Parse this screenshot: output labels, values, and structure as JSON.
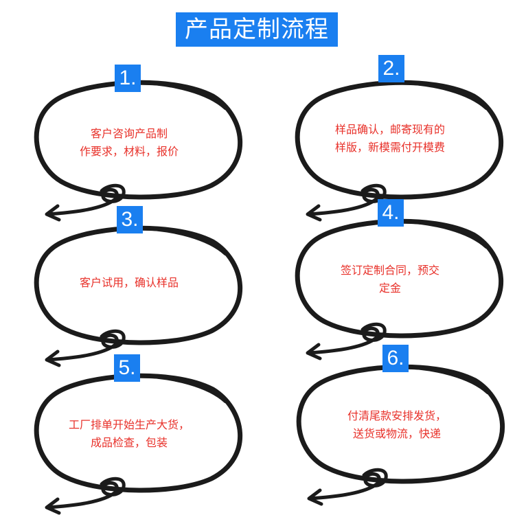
{
  "title": "产品定制流程",
  "steps": [
    {
      "number": "1.",
      "lines": [
        "客户咨询产品制",
        "作要求，材料，报价"
      ]
    },
    {
      "number": "2.",
      "lines": [
        "样品确认，邮寄现有的",
        "样版，新模需付开模费"
      ]
    },
    {
      "number": "3.",
      "lines": [
        "客户试用，确认样品"
      ]
    },
    {
      "number": "4.",
      "lines": [
        "签订定制合同，预交",
        "定金"
      ]
    },
    {
      "number": "5.",
      "lines": [
        "工厂排单开始生产大货，",
        "成品检查，包装"
      ]
    },
    {
      "number": "6.",
      "lines": [
        "付清尾款安排发货，",
        "送货或物流，快递"
      ]
    }
  ]
}
